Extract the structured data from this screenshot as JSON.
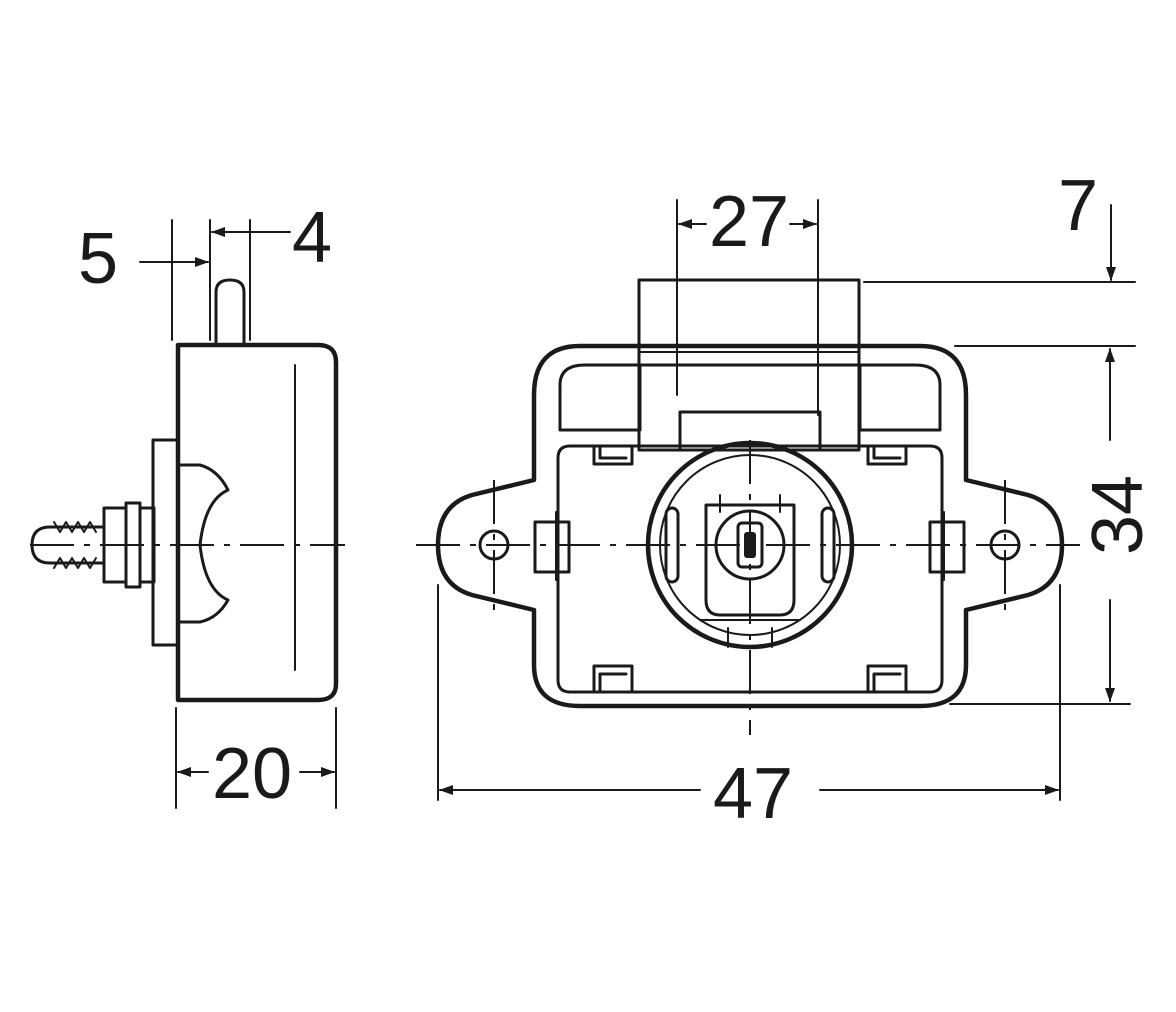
{
  "dimensions": {
    "side_offset_left": "5",
    "side_offset_right": "4",
    "side_depth": "20",
    "front_button_width": "27",
    "front_button_height": "7",
    "front_height": "34",
    "front_width": "47"
  },
  "colors": {
    "line": "#1a1a1a",
    "background": "#ffffff"
  }
}
